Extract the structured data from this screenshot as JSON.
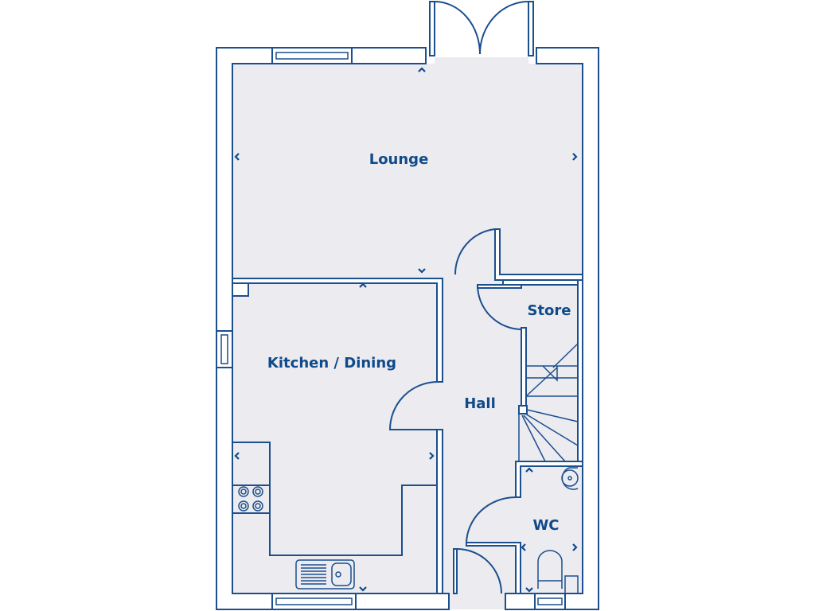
{
  "plan": {
    "colors": {
      "line": "#1b4f8e",
      "floor": "#ecebef",
      "label": "#0f4a8a"
    },
    "rooms": [
      {
        "id": "lounge",
        "label": "Lounge"
      },
      {
        "id": "kitchen",
        "label": "Kitchen / Dining"
      },
      {
        "id": "store",
        "label": "Store"
      },
      {
        "id": "hall",
        "label": "Hall"
      },
      {
        "id": "wc",
        "label": "WC"
      }
    ]
  }
}
